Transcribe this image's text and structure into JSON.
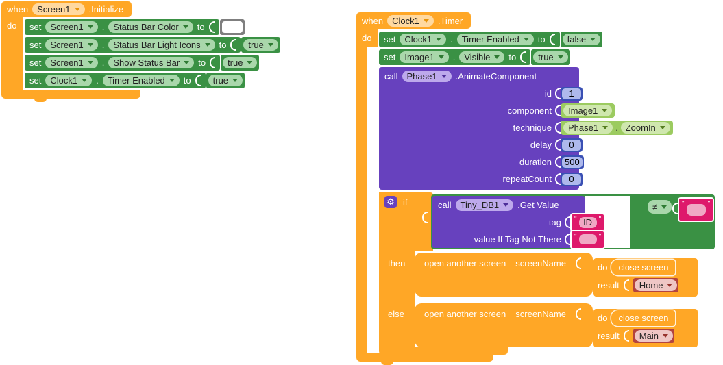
{
  "strings": {
    "quote": "\""
  },
  "icons": {
    "gear": "⚙"
  },
  "colors": {
    "event_orange": "#FFA726",
    "setter_green": "#3A9144",
    "call_purple": "#6741BE",
    "number_blue": "#3A50B4",
    "text_pink": "#DE196B",
    "screen_red": "#B3443E",
    "color_block_gray": "#7F7F7F",
    "status_bar_color_value": "#FFFFFF"
  },
  "screen1_event": {
    "when": "when",
    "component": "Screen1",
    "event": ".Initialize",
    "do_label": "do",
    "rows": [
      {
        "set": "set",
        "component": "Screen1",
        "dot": ".",
        "property": "Status Bar Color",
        "to": "to"
      },
      {
        "set": "set",
        "component": "Screen1",
        "dot": ".",
        "property": "Status Bar Light Icons",
        "to": "to",
        "value": "true"
      },
      {
        "set": "set",
        "component": "Screen1",
        "dot": ".",
        "property": "Show Status Bar",
        "to": "to",
        "value": "true"
      },
      {
        "set": "set",
        "component": "Clock1",
        "dot": ".",
        "property": "Timer Enabled",
        "to": "to",
        "value": "true"
      }
    ]
  },
  "clock1_event": {
    "when": "when",
    "component": "Clock1",
    "event": ".Timer",
    "do_label": "do",
    "rows": [
      {
        "set": "set",
        "component": "Clock1",
        "dot": ".",
        "property": "Timer Enabled",
        "to": "to",
        "value": "false"
      },
      {
        "set": "set",
        "component": "Image1",
        "dot": ".",
        "property": "Visible",
        "to": "to",
        "value": "true"
      }
    ],
    "animate_call": {
      "call": "call",
      "component": "Phase1",
      "method": ".AnimateComponent",
      "params": {
        "id": {
          "label": "id",
          "value": "1"
        },
        "component": {
          "label": "component",
          "value": "Image1"
        },
        "technique": {
          "label": "technique",
          "component": "Phase1",
          "dot": ".",
          "value": "ZoomIn"
        },
        "delay": {
          "label": "delay",
          "value": "0"
        },
        "duration": {
          "label": "duration",
          "value": "500"
        },
        "repeatCount": {
          "label": "repeatCount",
          "value": "0"
        }
      }
    },
    "if_block": {
      "if_label": "if",
      "then_label": "then",
      "else_label": "else",
      "condition": {
        "call": "call",
        "component": "Tiny_DB1",
        "method": ".Get Value",
        "tag_label": "tag",
        "tag_value": "ID",
        "vitnt_label": "value If Tag Not There",
        "operator": "≠"
      },
      "then_branch": {
        "open_label": "open another screen",
        "screen_name_label": "screenName",
        "do_label": "do",
        "close_label": "close screen",
        "result_label": "result",
        "result_value": "Home"
      },
      "else_branch": {
        "open_label": "open another screen",
        "screen_name_label": "screenName",
        "do_label": "do",
        "close_label": "close screen",
        "result_label": "result",
        "result_value": "Main"
      }
    }
  }
}
